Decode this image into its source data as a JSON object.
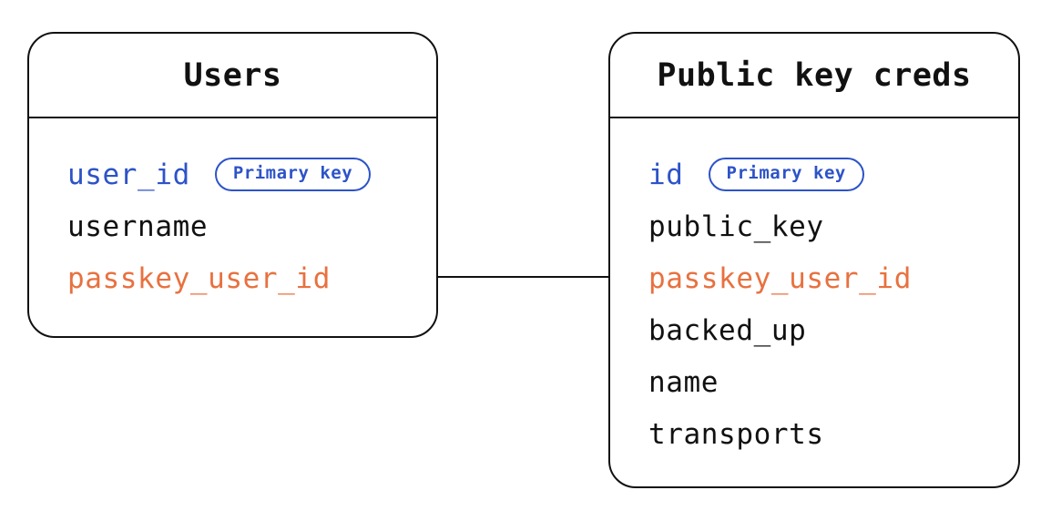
{
  "colors": {
    "blue": "#2d53c8",
    "orange": "#e8713f",
    "text": "#111111",
    "line": "#111111",
    "background": "#ffffff"
  },
  "tables": [
    {
      "title": "Users",
      "fields": [
        {
          "name": "user_id",
          "color": "blue",
          "badge": "Primary key"
        },
        {
          "name": "username",
          "color": "black"
        },
        {
          "name": "passkey_user_id",
          "color": "orange"
        }
      ]
    },
    {
      "title": "Public key creds",
      "fields": [
        {
          "name": "id",
          "color": "blue",
          "badge": "Primary key"
        },
        {
          "name": "public_key",
          "color": "black"
        },
        {
          "name": "passkey_user_id",
          "color": "orange"
        },
        {
          "name": "backed_up",
          "color": "black"
        },
        {
          "name": "name",
          "color": "black"
        },
        {
          "name": "transports",
          "color": "black"
        }
      ]
    }
  ],
  "relationship": {
    "from_table": "Users",
    "from_field": "passkey_user_id",
    "to_table": "Public key creds",
    "to_field": "passkey_user_id"
  }
}
